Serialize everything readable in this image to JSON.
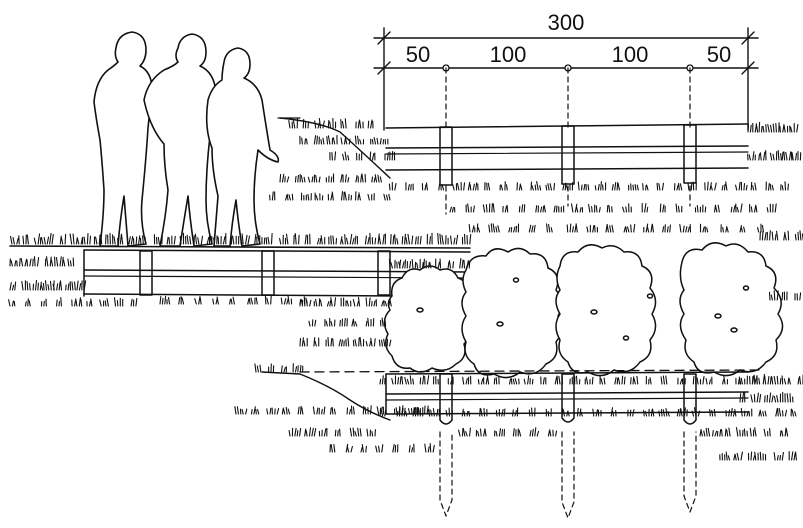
{
  "dimensions": {
    "total": "300",
    "segments": [
      "50",
      "100",
      "100",
      "50"
    ]
  }
}
